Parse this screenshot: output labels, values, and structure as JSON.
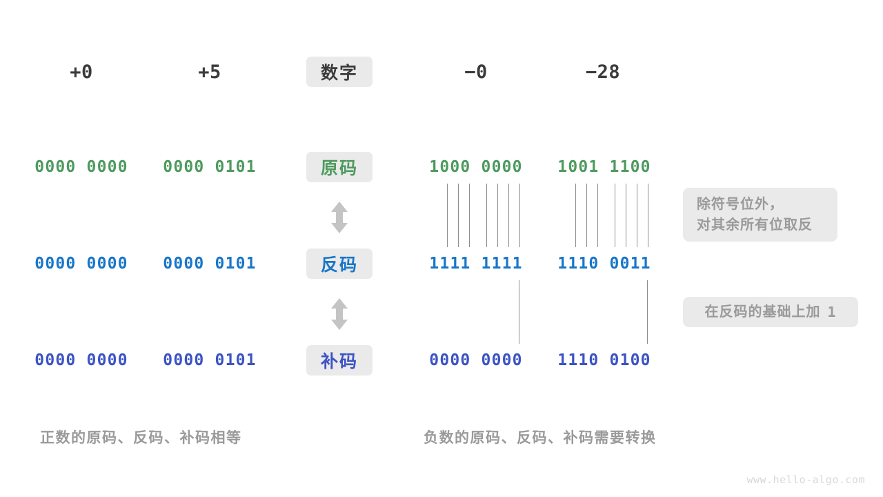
{
  "diagram": {
    "title_watermark": "www.hello-algo.com",
    "colors": {
      "green": "#4e9a5e",
      "blue": "#1876c8",
      "indigo": "#3b53c4",
      "badge_bg": "#eaeaea",
      "gray_text": "#9a9a9a",
      "dark_text": "#3b3b3b",
      "line": "#8c8c8c"
    },
    "row_labels": [
      {
        "text": "数字",
        "color": "dark"
      },
      {
        "text": "原码",
        "color": "green"
      },
      {
        "text": "反码",
        "color": "blue"
      },
      {
        "text": "补码",
        "color": "indigo"
      }
    ],
    "columns": [
      {
        "header": "+0"
      },
      {
        "header": "+5"
      },
      {
        "header": "−0"
      },
      {
        "header": "−28"
      }
    ],
    "values": {
      "yuanma": {
        "plus_zero": "0000 0000",
        "plus_five": "0000 0101",
        "minus_zero": "1000 0000",
        "minus_28": "1001 1100"
      },
      "fanma": {
        "plus_zero": "0000 0000",
        "plus_five": "0000 0101",
        "minus_zero": "1111 1111",
        "minus_28": "1110 0011"
      },
      "buma": {
        "plus_zero": "0000 0000",
        "plus_five": "0000 0101",
        "minus_zero": "0000 0000",
        "minus_28": "1110 0100"
      }
    },
    "notes": {
      "invert": {
        "line1": "除符号位外，",
        "line2": "对其余所有位取反"
      },
      "add_one": {
        "text": "在反码的基础上加",
        "value": "1"
      }
    },
    "captions": {
      "left": "正数的原码、反码、补码相等",
      "right": "负数的原码、反码、补码需要转换"
    },
    "arrows": {
      "top": "double-arrow-vertical",
      "bottom": "double-arrow-vertical"
    }
  }
}
